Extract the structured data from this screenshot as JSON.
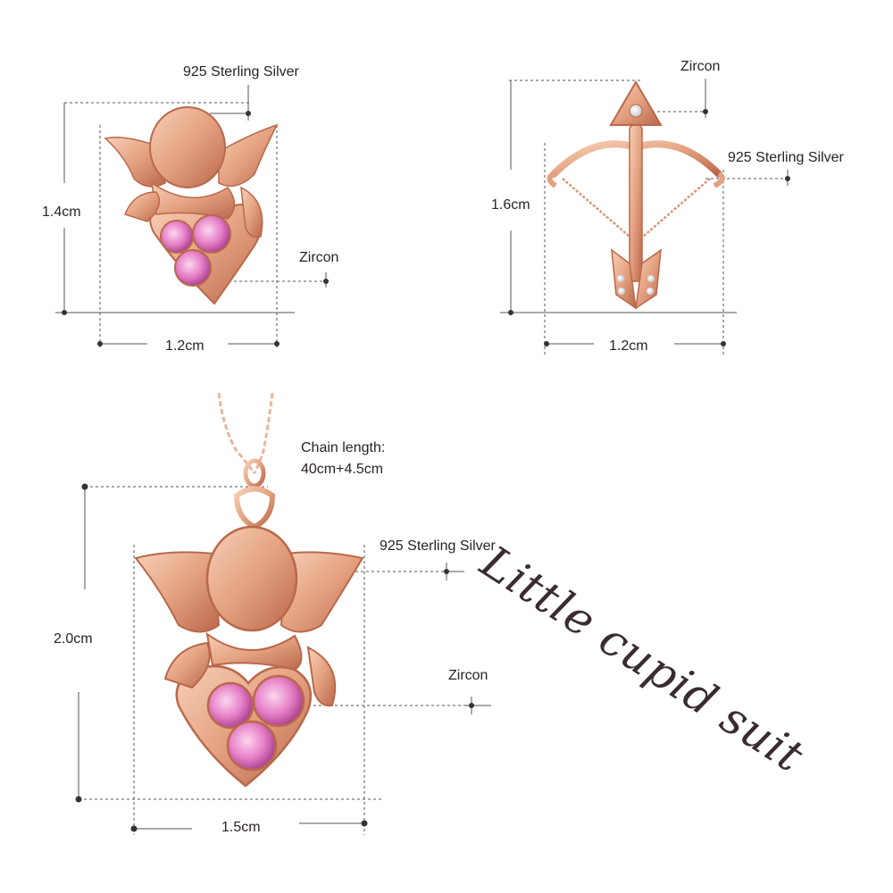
{
  "title": "Little cupid suit",
  "pieces": {
    "earring_cupid": {
      "material_label": "925 Sterling Silver",
      "stone_label": "Zircon",
      "height": "1.4cm",
      "width": "1.2cm"
    },
    "earring_arrow": {
      "stone_label": "Zircon",
      "material_label": "925 Sterling Silver",
      "height": "1.6cm",
      "width": "1.2cm"
    },
    "pendant": {
      "chain_label_line1": "Chain length:",
      "chain_label_line2": "40cm+4.5cm",
      "material_label": "925 Sterling Silver",
      "stone_label": "Zircon",
      "height": "2.0cm",
      "width": "1.5cm"
    }
  },
  "colors": {
    "rose_gold": "#e8a787",
    "rose_gold_dark": "#b9684a",
    "zircon_pink": "#e77fc6",
    "line": "#555555"
  }
}
